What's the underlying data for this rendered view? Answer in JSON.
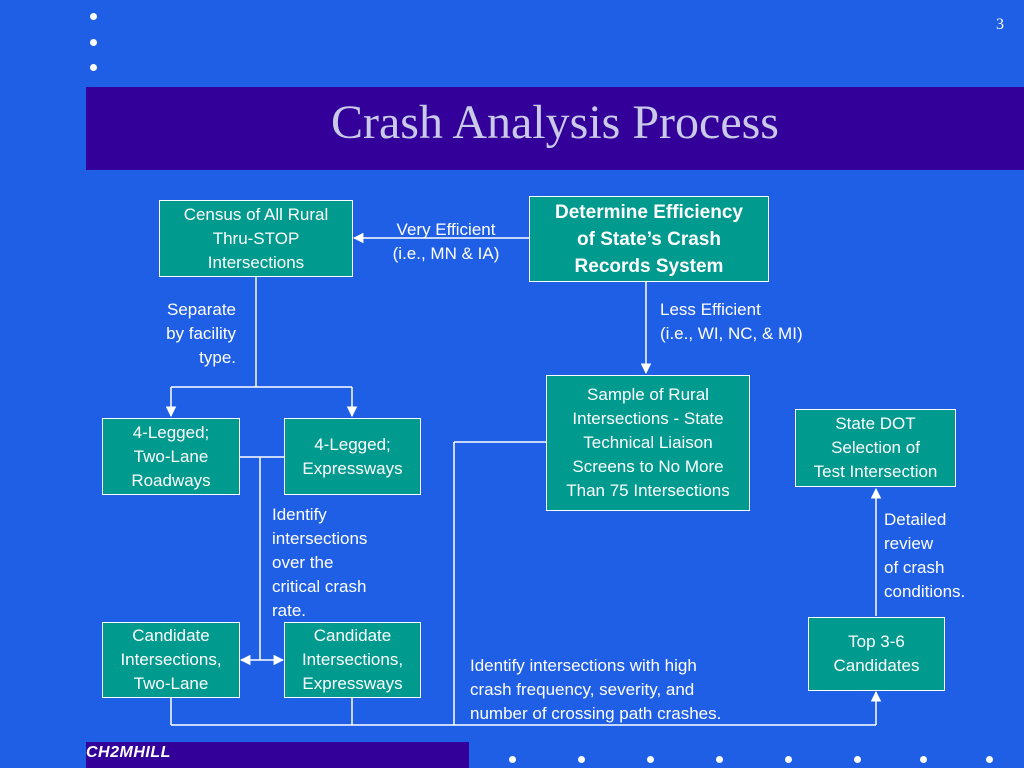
{
  "slide": {
    "page_number": "3",
    "title": "Crash Analysis Process",
    "logo_text": "CH2MHILL"
  },
  "boxes": {
    "census": "Census of All Rural\nThru-STOP\nIntersections",
    "efficiency": "Determine Efficiency\nof State’s Crash\nRecords System",
    "four_legged_two_lane": "4-Legged;\nTwo-Lane\nRoadways",
    "four_legged_express": "4-Legged;\nExpressways",
    "sample": "Sample of Rural\nIntersections - State\nTechnical Liaison\nScreens to No More\nThan 75 Intersections",
    "state_dot": "State DOT\nSelection of\nTest Intersection",
    "candidate_two_lane": "Candidate\nIntersections,\nTwo-Lane",
    "candidate_express": "Candidate\nIntersections,\nExpressways",
    "top_candidates": "Top 3-6\nCandidates"
  },
  "labels": {
    "very_efficient": "Very Efficient\n(i.e., MN & IA)",
    "less_efficient": "Less Efficient\n(i.e., WI, NC, & MI)",
    "separate": "Separate\nby facility\ntype.",
    "identify_critical": "Identify\nintersections\nover the\ncritical crash\nrate.",
    "detailed_review": "Detailed\nreview\nof crash\nconditions.",
    "identify_high": "Identify intersections with high\ncrash frequency, severity, and\nnumber of crossing path crashes."
  },
  "colors": {
    "background": "#1f5fe6",
    "title_band": "#330099",
    "box_fill": "#009a8f",
    "title_text": "#c9c9e8"
  }
}
